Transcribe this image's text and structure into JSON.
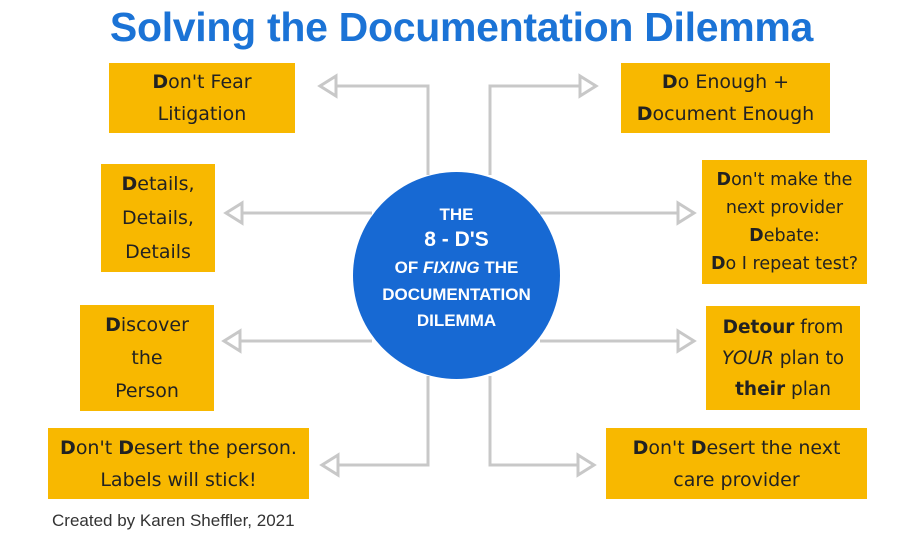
{
  "title": "Solving the Documentation Dilemma",
  "center": {
    "line1": "THE",
    "line2": "8 - D'S",
    "line3_pre": "OF ",
    "line3_em": "FIXING",
    "line3_post": " THE",
    "line4": "DOCUMENTATION",
    "line5": "DILEMMA"
  },
  "items": [
    {
      "id": "dont-fear-litigation",
      "lines": [
        [
          "D",
          "on't Fear"
        ],
        [
          "",
          "Litigation"
        ]
      ]
    },
    {
      "id": "details",
      "lines": [
        [
          "D",
          "etails,"
        ],
        [
          "",
          "Details,"
        ],
        [
          "",
          "Details"
        ]
      ]
    },
    {
      "id": "discover-the-person",
      "lines": [
        [
          "D",
          "iscover"
        ],
        [
          "",
          "the"
        ],
        [
          "",
          "Person"
        ]
      ]
    },
    {
      "id": "dont-desert-the-person",
      "lines": [
        [
          "D",
          "on't ",
          "D",
          "esert the person."
        ],
        [
          "",
          "Labels will stick!"
        ]
      ]
    },
    {
      "id": "do-enough",
      "lines": [
        [
          "D",
          "o Enough +"
        ],
        [
          "D",
          "ocument Enough"
        ]
      ]
    },
    {
      "id": "dont-make-next-provider-debate",
      "lines": [
        [
          "D",
          "on't make the"
        ],
        [
          "",
          "next provider"
        ],
        [
          "D",
          "ebate:"
        ],
        [
          "D",
          "o I repeat test?"
        ]
      ]
    },
    {
      "id": "detour",
      "lines": [
        [
          "Detour",
          " from"
        ],
        [
          "",
          "YOUR plan to"
        ],
        [
          "their",
          " plan"
        ]
      ]
    },
    {
      "id": "dont-desert-next-care-provider",
      "lines": [
        [
          "D",
          "on't ",
          "D",
          "esert the next"
        ],
        [
          "",
          "care provider"
        ]
      ]
    }
  ],
  "credit": "Created by Karen Sheffler, 2021",
  "colors": {
    "title": "#1b73d6",
    "circle": "#1769d3",
    "box": "#f8b800",
    "connector": "#c8c8c8"
  }
}
